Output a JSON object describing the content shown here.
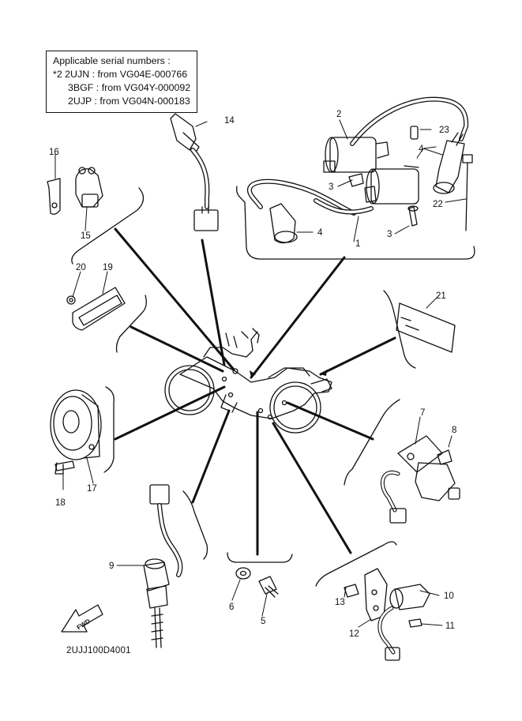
{
  "applicability": {
    "title": "Applicable serial numbers :",
    "lines": [
      "*2 2UJN : from VG04E-000766",
      "3BGF : from VG04Y-000092",
      "2UJP : from VG04N-000183"
    ]
  },
  "callouts": [
    "1",
    "2",
    "3",
    "3",
    "4",
    "4",
    "5",
    "6",
    "7",
    "8",
    "9",
    "10",
    "11",
    "12",
    "13",
    "14",
    "15",
    "16",
    "17",
    "18",
    "19",
    "20",
    "21",
    "22",
    "23"
  ],
  "fwd_arrow": "FWD",
  "drawing_code": "2UJJ100D4001",
  "parts": [
    "coil-assy-1",
    "coil-assy-2",
    "screw-3",
    "screw-3b",
    "plug-cap-4",
    "plug-cap-4b",
    "bolt-5",
    "washer-6",
    "starter-relay-7",
    "bolt-8",
    "neutral-switch-9",
    "switch-10",
    "screw-11",
    "bracket-12",
    "bolt-13",
    "brake-switch-14",
    "clutch-switch-15",
    "bracket-16",
    "horn-17",
    "bolt-18",
    "reflector-19",
    "nut-20",
    "reflector-21",
    "band-22",
    "collar-23"
  ]
}
